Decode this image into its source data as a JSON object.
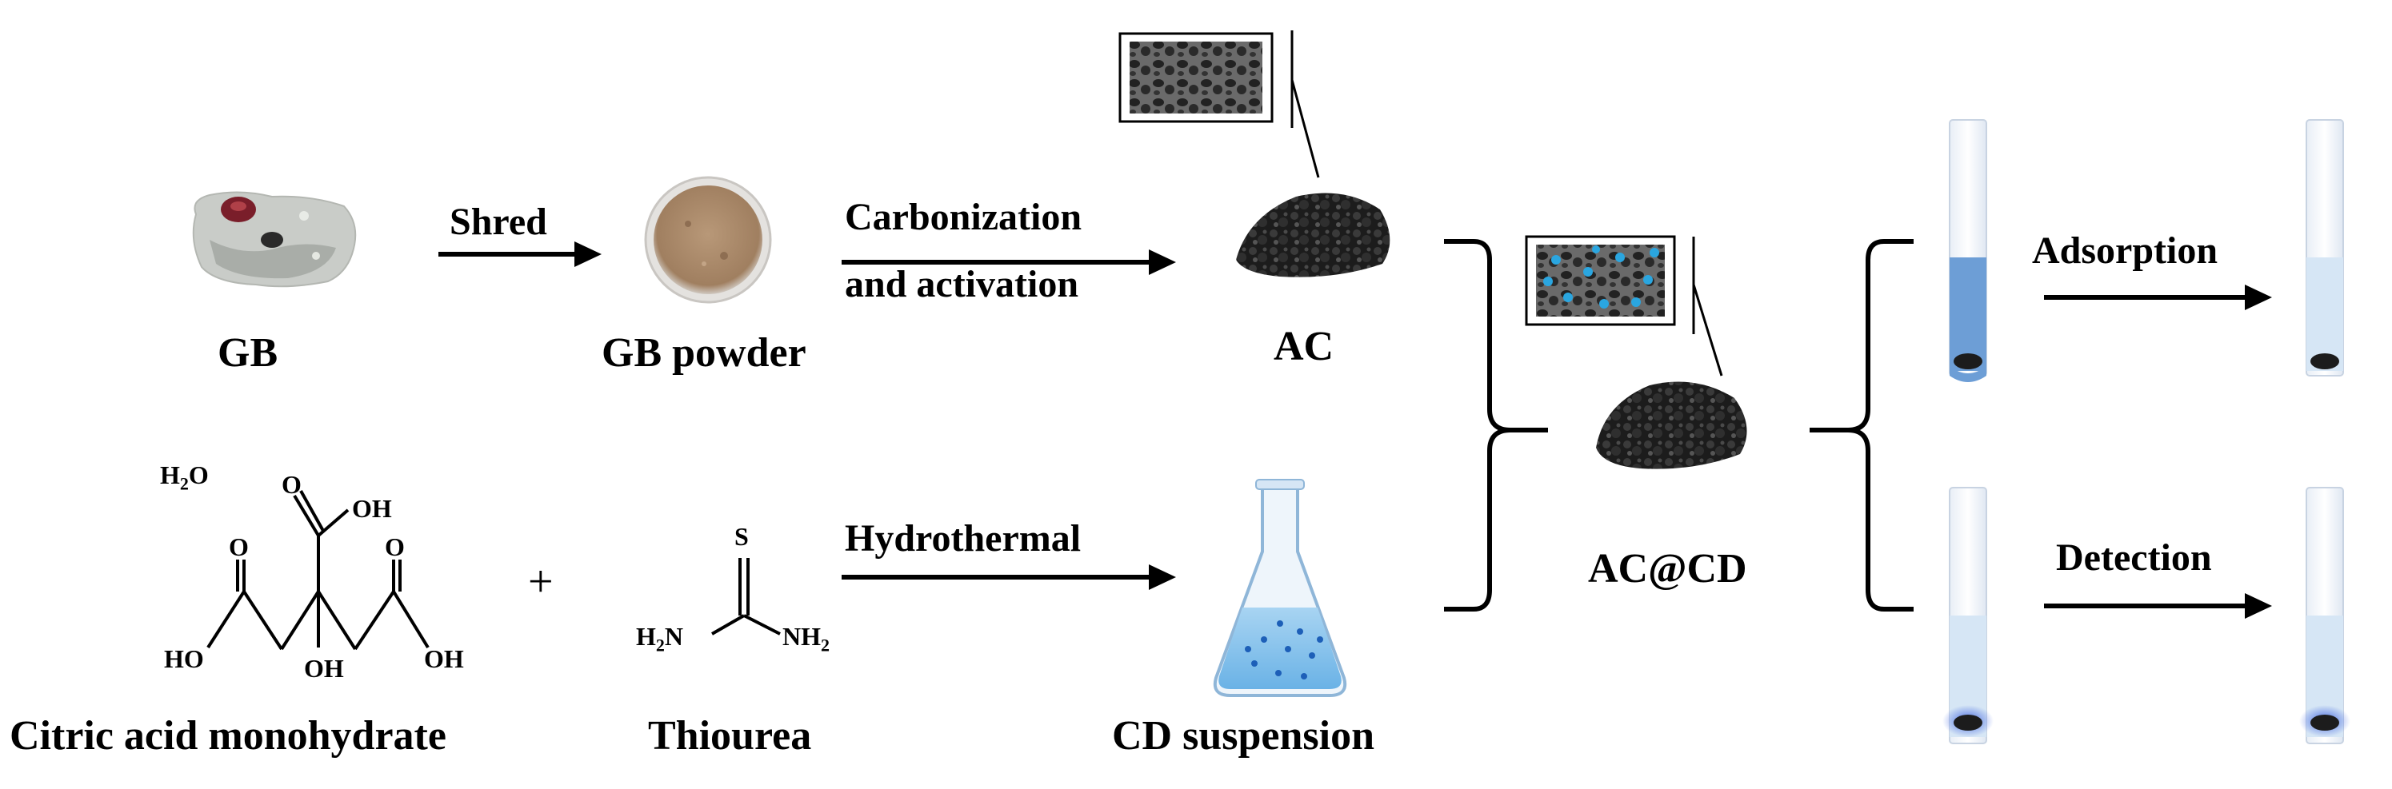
{
  "labels": {
    "gb": "GB",
    "gb_powder": "GB powder",
    "ac": "AC",
    "ac_cd": "AC@CD",
    "citric_acid": "Citric acid monohydrate",
    "thiourea": "Thiourea",
    "cd_suspension": "CD suspension"
  },
  "steps": {
    "shred": "Shred",
    "carbonization_line1": "Carbonization",
    "carbonization_line2": "and activation",
    "hydrothermal": "Hydrothermal",
    "adsorption": "Adsorption",
    "detection": "Detection"
  },
  "chemistry": {
    "water": "H",
    "water_sub": "2",
    "water_tail": "O",
    "plus": "+",
    "oh": "OH",
    "ho": "HO",
    "o": "O",
    "s": "S",
    "h2n_h": "H",
    "h2n_sub": "2",
    "h2n_n": "N",
    "nh2_nh": "NH",
    "nh2_sub": "2"
  },
  "colors": {
    "carbon": "#1c1c1c",
    "powder": "#a98a6c",
    "liquid_blue": "#6d9ed6",
    "liquid_pale": "#d6e6f5",
    "dot_cyan": "#2aa6e0",
    "glow_blue": "#3a5fe0"
  }
}
